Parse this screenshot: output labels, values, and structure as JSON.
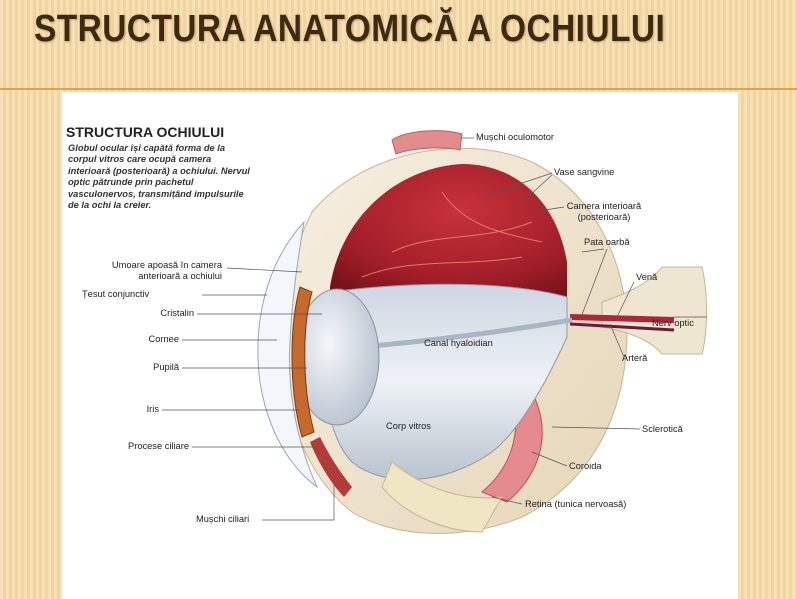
{
  "slide": {
    "title": "STRUCTURA ANATOMICĂ A OCHIULUI"
  },
  "diagram": {
    "heading": "STRUCTURA OCHIULUI",
    "description": "Globul ocular își capătă forma de la corpul vitros care ocupă camera interioară (posterioară) a ochiului. Nervul optic pătrunde prin pachetul vasculonervos, transmițând impulsurile de la ochi la creier.",
    "labels": {
      "muschi_oculomotor": "Mușchi oculomotor",
      "vase_sangvine": "Vase sangvine",
      "camera_interioara_1": "Camera interioară",
      "camera_interioara_2": "(posterioară)",
      "pata_oarba": "Pata oarbă",
      "vena": "Venă",
      "nerv_optic": "Nerv optic",
      "artera": "Arteră",
      "canal_hyaloidian": "Canal hyaloidian",
      "corp_vitros": "Corp vitros",
      "sclerotica": "Sclerotică",
      "coroida": "Coroida",
      "retina": "Retina (tunica nervoasă)",
      "muschi_ciliari": "Mușchi ciliari",
      "umoare_apoasa_1": "Umoare apoasă în camera",
      "umoare_apoasa_2": "anterioară a ochiului",
      "tesut_conjunctiv": "Țesut conjunctiv",
      "cristalin": "Cristalin",
      "cornee": "Cornee",
      "pupila": "Pupilă",
      "iris": "Iris",
      "procese_ciliare": "Procese ciliare"
    }
  }
}
